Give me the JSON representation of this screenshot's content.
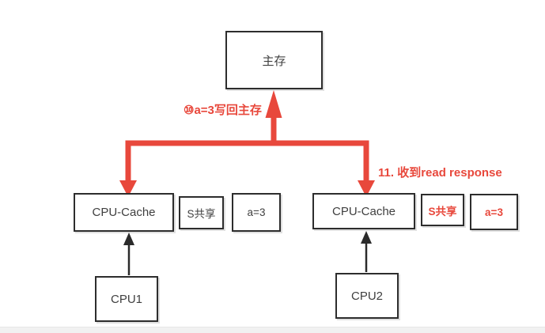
{
  "diagram": {
    "title_context": "CPU cache coherence (MESI) diagram",
    "main_memory": {
      "label": "主存"
    },
    "left_cache": {
      "name": "CPU-Cache",
      "state": "S共享",
      "value": "a=3"
    },
    "right_cache": {
      "name": "CPU-Cache",
      "state": "S共享",
      "value": "a=3"
    },
    "cpu1": {
      "label": "CPU1"
    },
    "cpu2": {
      "label": "CPU2"
    },
    "annotations": {
      "writeback": "⑩a=3写回主存",
      "read_response": "11. 收到read response"
    },
    "colors": {
      "accent_red": "#e8483c",
      "box_border": "#2d2d2d",
      "box_text": "#3f3f3f",
      "bottom_bar": "#f1f1f1"
    }
  }
}
